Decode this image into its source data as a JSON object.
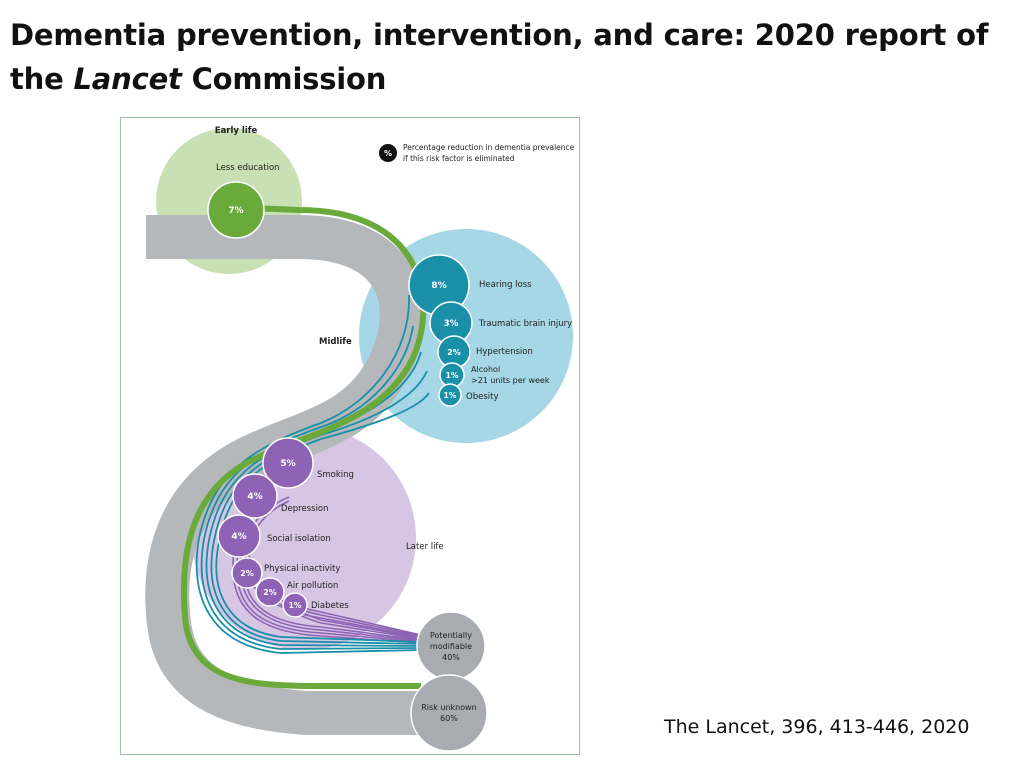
{
  "slide": {
    "title_prefix": "Dementia prevention, intervention, and care: 2020 report of the ",
    "title_italic": "Lancet",
    "title_suffix": " Commission",
    "citation": "The Lancet, 396, 413-446, 2020"
  },
  "figure": {
    "legend_symbol": "%",
    "legend_line1": "Percentage reduction in dementia prevalence",
    "legend_line2": "if this risk factor is eliminated",
    "colors": {
      "early_life": "#6aaa3a",
      "early_life_light": "#c9e0b4",
      "midlife": "#1a8fa8",
      "midlife_light": "#a6d7e6",
      "later_life": "#8e62b4",
      "later_life_light": "#d6c6e3",
      "path_gray": "#b4b8bb",
      "terminal_gray": "#a8acb0"
    },
    "stages": {
      "early": {
        "label": "Early life",
        "factors": [
          {
            "name": "Less education",
            "pct": "7%"
          }
        ]
      },
      "mid": {
        "label": "Midlife",
        "factors": [
          {
            "name": "Hearing loss",
            "pct": "8%"
          },
          {
            "name": "Traumatic brain injury",
            "pct": "3%"
          },
          {
            "name": "Hypertension",
            "pct": "2%"
          },
          {
            "name_line1": "Alcohol",
            "name_line2": ">21 units per week",
            "pct": "1%"
          },
          {
            "name": "Obesity",
            "pct": "1%"
          }
        ]
      },
      "late": {
        "label": "Later life",
        "factors": [
          {
            "name": "Smoking",
            "pct": "5%"
          },
          {
            "name": "Depression",
            "pct": "4%"
          },
          {
            "name": "Social isolation",
            "pct": "4%"
          },
          {
            "name": "Physical inactivity",
            "pct": "2%"
          },
          {
            "name": "Air pollution",
            "pct": "2%"
          },
          {
            "name": "Diabetes",
            "pct": "1%"
          }
        ]
      }
    },
    "totals": {
      "modifiable_line1": "Potentially",
      "modifiable_line2": "modifiable",
      "modifiable_pct": "40%",
      "unknown_line1": "Risk unknown",
      "unknown_pct": "60%"
    }
  }
}
